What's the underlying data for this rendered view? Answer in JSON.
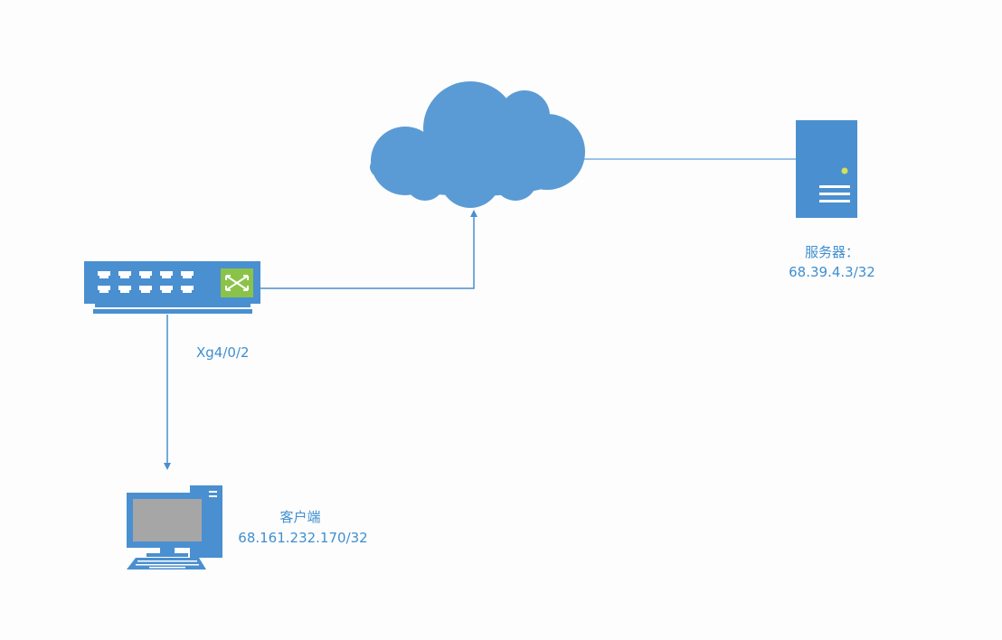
{
  "colors": {
    "device_blue": "#4a8fd0",
    "device_blue_dark": "#3d7fc2",
    "cloud_blue": "#5a9bd5",
    "link_line": "#7aaee0",
    "label_text": "#3f8fd0",
    "switch_port_green": "#8bc34a",
    "monitor_screen": "#a6a6a6",
    "server_led": "#d4e157"
  },
  "nodes": {
    "cloud": {
      "icon": "cloud-icon"
    },
    "switch": {
      "icon": "switch-icon"
    },
    "server": {
      "icon": "server-icon",
      "label": "服务器：",
      "ip": "68.39.4.3/32"
    },
    "client": {
      "icon": "desktop-pc-icon",
      "label": "客户端",
      "ip": "68.161.232.170/32"
    }
  },
  "links": {
    "switch_to_client": {
      "label": "Xg4/0/2"
    }
  }
}
